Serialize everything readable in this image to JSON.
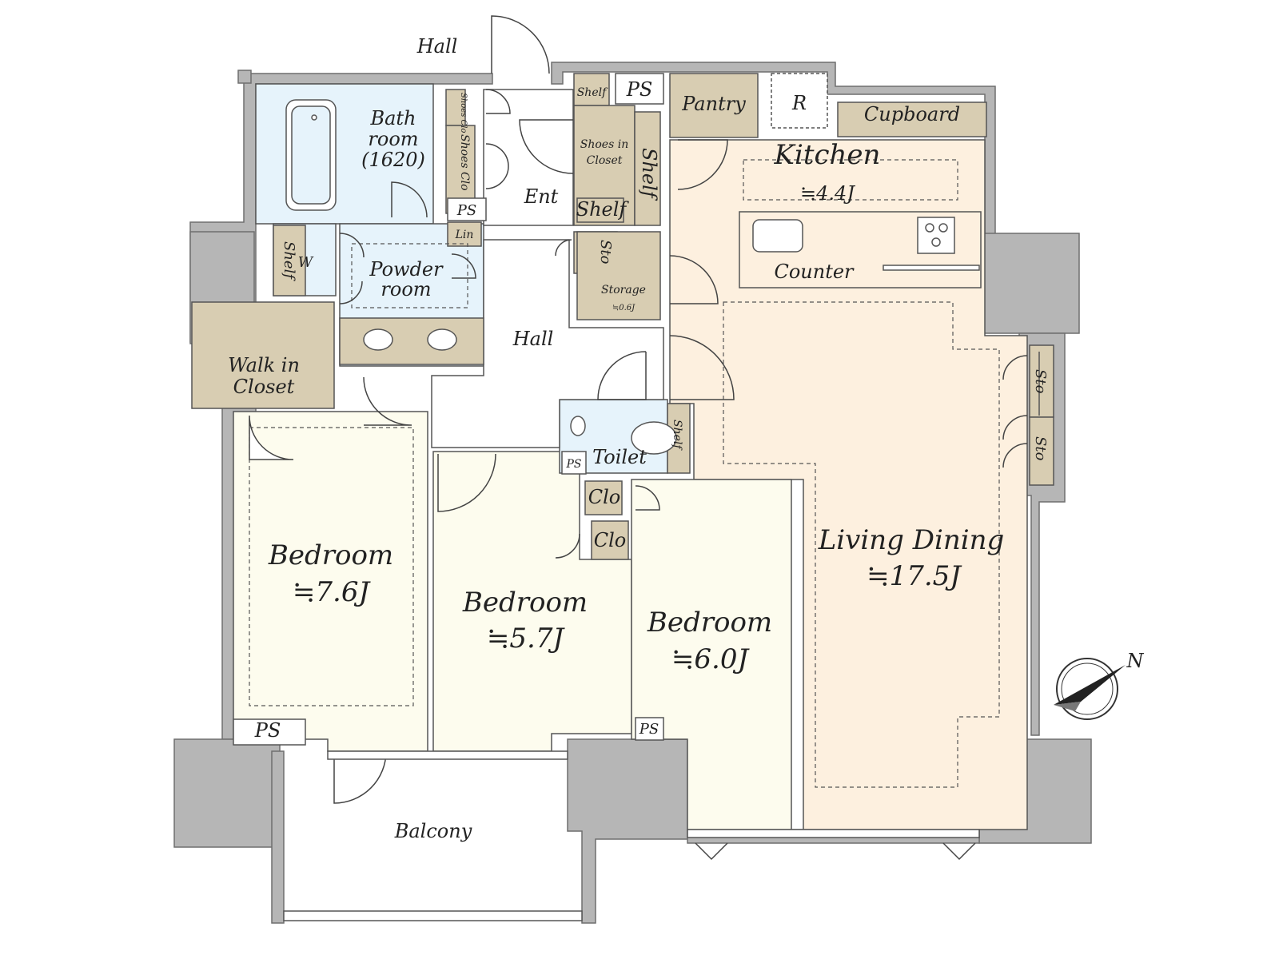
{
  "colors": {
    "wall": "#b6b6b6",
    "wall_stroke": "#6f6f6f",
    "living": "#fdf0df",
    "bedroom": "#fdfcee",
    "wet": "#e6f3fb",
    "storage": "#d8cdb2",
    "white": "#ffffff"
  },
  "labels": {
    "hall_top": "Hall",
    "hall": "Hall",
    "bath_line1": "Bath",
    "bath_line2": "room",
    "bath_line3": "(1620)",
    "shoes_clo_small": "Shoes Clo",
    "shoes_clo": "Shoes Clo",
    "ent": "Ent",
    "ps_entry": "PS",
    "lin": "Lin",
    "shelf_w": "Shelf",
    "w": "W",
    "powder_line1": "Powder",
    "powder_line2": "room",
    "walkin_line1": "Walk in",
    "walkin_line2": "Closet",
    "shelf_top": "Shelf",
    "ps_top": "PS",
    "shoes_in_line1": "Shoes in",
    "shoes_in_line2": "Closet",
    "shelf_vertical": "Shelf",
    "shelf_lower": "Shelf",
    "sto_hall": "Sto",
    "storage_line1": "Storage",
    "storage_line2": "≒0.6J",
    "pantry": "Pantry",
    "r": "R",
    "cupboard": "Cupboard",
    "kitchen": "Kitchen",
    "kitchen_area": "≒4.4J",
    "counter": "Counter",
    "toilet": "Toilet",
    "ps_toilet": "PS",
    "shelf_toilet": "Shelf",
    "clo1": "Clo",
    "clo2": "Clo",
    "living_dining": "Living Dining",
    "living_area": "≒17.5J",
    "sto1": "Sto",
    "sto2": "Sto",
    "bedroom1": "Bedroom",
    "bedroom1_area": "≒7.6J",
    "bedroom2": "Bedroom",
    "bedroom2_area": "≒5.7J",
    "bedroom3": "Bedroom",
    "bedroom3_area": "≒6.0J",
    "ps_bed1": "PS",
    "ps_bed3": "PS",
    "balcony": "Balcony",
    "north": "N"
  }
}
